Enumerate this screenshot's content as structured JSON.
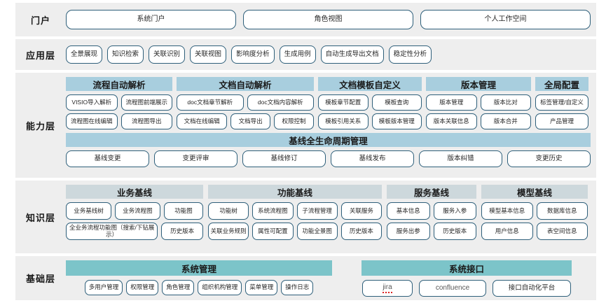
{
  "layers": [
    {
      "id": "portal",
      "label": "门户"
    },
    {
      "id": "application",
      "label": "应用层"
    },
    {
      "id": "capability",
      "label": "能力层"
    },
    {
      "id": "knowledge",
      "label": "知识层"
    },
    {
      "id": "foundation",
      "label": "基础层"
    }
  ],
  "portal": {
    "label": "门户",
    "items": [
      {
        "label": "系统门户"
      },
      {
        "label": "角色视图"
      },
      {
        "label": "个人工作空间"
      }
    ]
  },
  "application": {
    "label": "应用层",
    "items": [
      {
        "label": "全景展现"
      },
      {
        "label": "知识检索"
      },
      {
        "label": "关联识别"
      },
      {
        "label": "关联视图"
      },
      {
        "label": "影响度分析"
      },
      {
        "label": "生成用例"
      },
      {
        "label": "自动生成导出文档"
      },
      {
        "label": "稳定性分析"
      }
    ]
  },
  "capability": {
    "label": "能力层",
    "groups": [
      {
        "title": "流程自动解析",
        "rows": [
          [
            "VISIO导入解析",
            "流程图前端展示"
          ],
          [
            "流程图在线编辑",
            "流程图导出"
          ]
        ]
      },
      {
        "title": "文档自动解析",
        "rows": [
          [
            "doc文档章节解析",
            "doc文档内容解析"
          ],
          [
            "文档在线编辑",
            "文档导出",
            "权限控制"
          ]
        ]
      },
      {
        "title": "文档模板自定义",
        "rows": [
          [
            "模板章节配置",
            "模板查询"
          ],
          [
            "模板引用关系",
            "模板版本管理"
          ]
        ]
      },
      {
        "title": "版本管理",
        "rows": [
          [
            "版本管理",
            "版本比对"
          ],
          [
            "版本关联信息",
            "版本合并"
          ]
        ]
      },
      {
        "title": "全局配置",
        "rows": [
          [
            "标签管理/自定义"
          ],
          [
            "产品管理"
          ]
        ]
      }
    ],
    "lifecycle": {
      "title": "基线全生命周期管理",
      "items": [
        {
          "label": "基线变更"
        },
        {
          "label": "变更评审"
        },
        {
          "label": "基线修订"
        },
        {
          "label": "基线发布"
        },
        {
          "label": "版本纠错"
        },
        {
          "label": "变更历史"
        }
      ]
    }
  },
  "knowledge": {
    "label": "知识层",
    "groups": [
      {
        "title": "业务基线",
        "rows": [
          [
            "业务基线树",
            "业务流程图",
            "功能图"
          ],
          [
            "全业务流程功能图（搜索/下钻展示）",
            "历史版本"
          ]
        ]
      },
      {
        "title": "功能基线",
        "rows": [
          [
            "功能树",
            "系统流程图",
            "子流程管理",
            "关联服务"
          ],
          [
            "关联业务规则",
            "属性可配置",
            "功能全景图",
            "历史版本"
          ]
        ]
      },
      {
        "title": "服务基线",
        "rows": [
          [
            "基本信息",
            "服务入参"
          ],
          [
            "服务出参",
            "历史版本"
          ]
        ]
      },
      {
        "title": "模型基线",
        "rows": [
          [
            "模型基本信息",
            "数据库信息"
          ],
          [
            "用户信息",
            "表空间信息"
          ]
        ]
      }
    ]
  },
  "foundation": {
    "label": "基础层",
    "groups": [
      {
        "title": "系统管理",
        "rows": [
          [
            "多用户管理",
            "权限管理",
            "角色管理",
            "组织机构管理",
            "菜单管理",
            "操作日志"
          ]
        ]
      },
      {
        "title": "系统接口",
        "rows": [
          [
            "jira",
            "confluence",
            "接口自动化平台"
          ]
        ]
      }
    ]
  },
  "colors": {
    "band_blue": "#a8cede",
    "band_gray": "#cdd8dc",
    "band_teal": "#7cc4c9",
    "layer_bg": "#eeeeee",
    "pill_border": "#2e5f7a",
    "page_bg": "#ffffff"
  }
}
